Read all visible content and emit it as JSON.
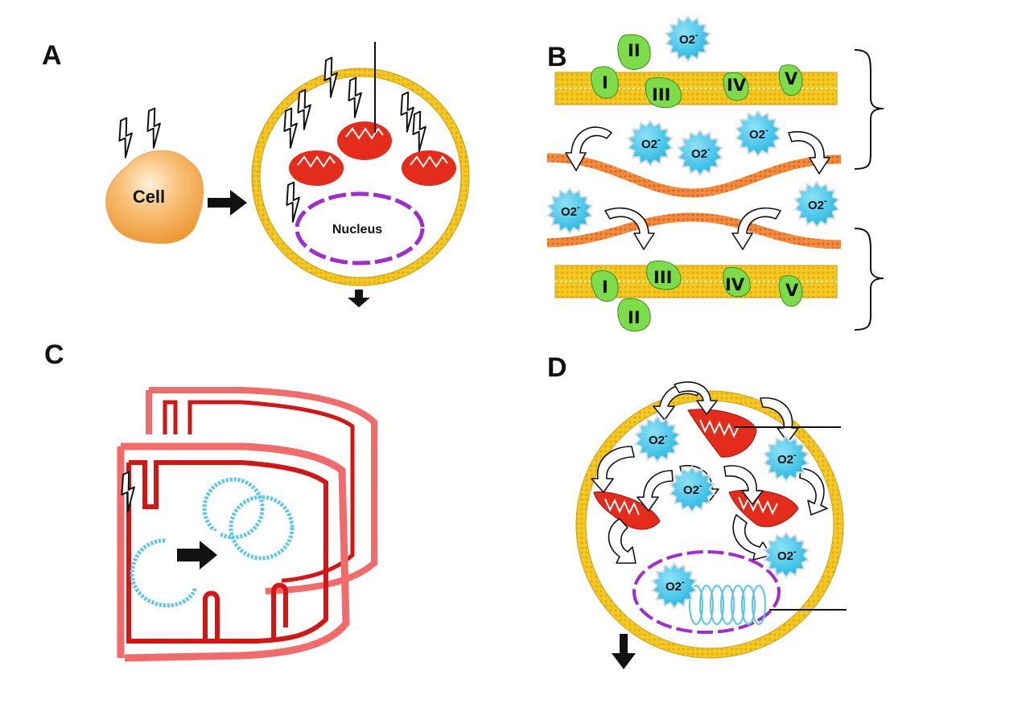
{
  "panels": {
    "A": {
      "label": "A",
      "cell_label": "Cell",
      "nucleus_label": "Nucleus"
    },
    "B": {
      "label": "B",
      "complexes_upper": [
        "I",
        "II",
        "III",
        "IV",
        "V"
      ],
      "complexes_lower": [
        "I",
        "II",
        "III",
        "IV",
        "V"
      ],
      "superoxide": "O2",
      "superoxide_charge": "-"
    },
    "C": {
      "label": "C"
    },
    "D": {
      "label": "D",
      "superoxide": "O2",
      "superoxide_charge": "-"
    }
  },
  "colors": {
    "membrane": "#f3c51b",
    "membrane_edge": "#c99a10",
    "mitochondrion": "#e52b1a",
    "nucleus_envelope": "#a22ccf",
    "superoxide": "#3cc7ea",
    "complex": "#7ddc4a",
    "outer_membrane": "#f08033",
    "cristae": "#d51414",
    "cristae_light": "#f26a6a",
    "mtdna": "#55c6ee",
    "cell": "#f3a448"
  }
}
